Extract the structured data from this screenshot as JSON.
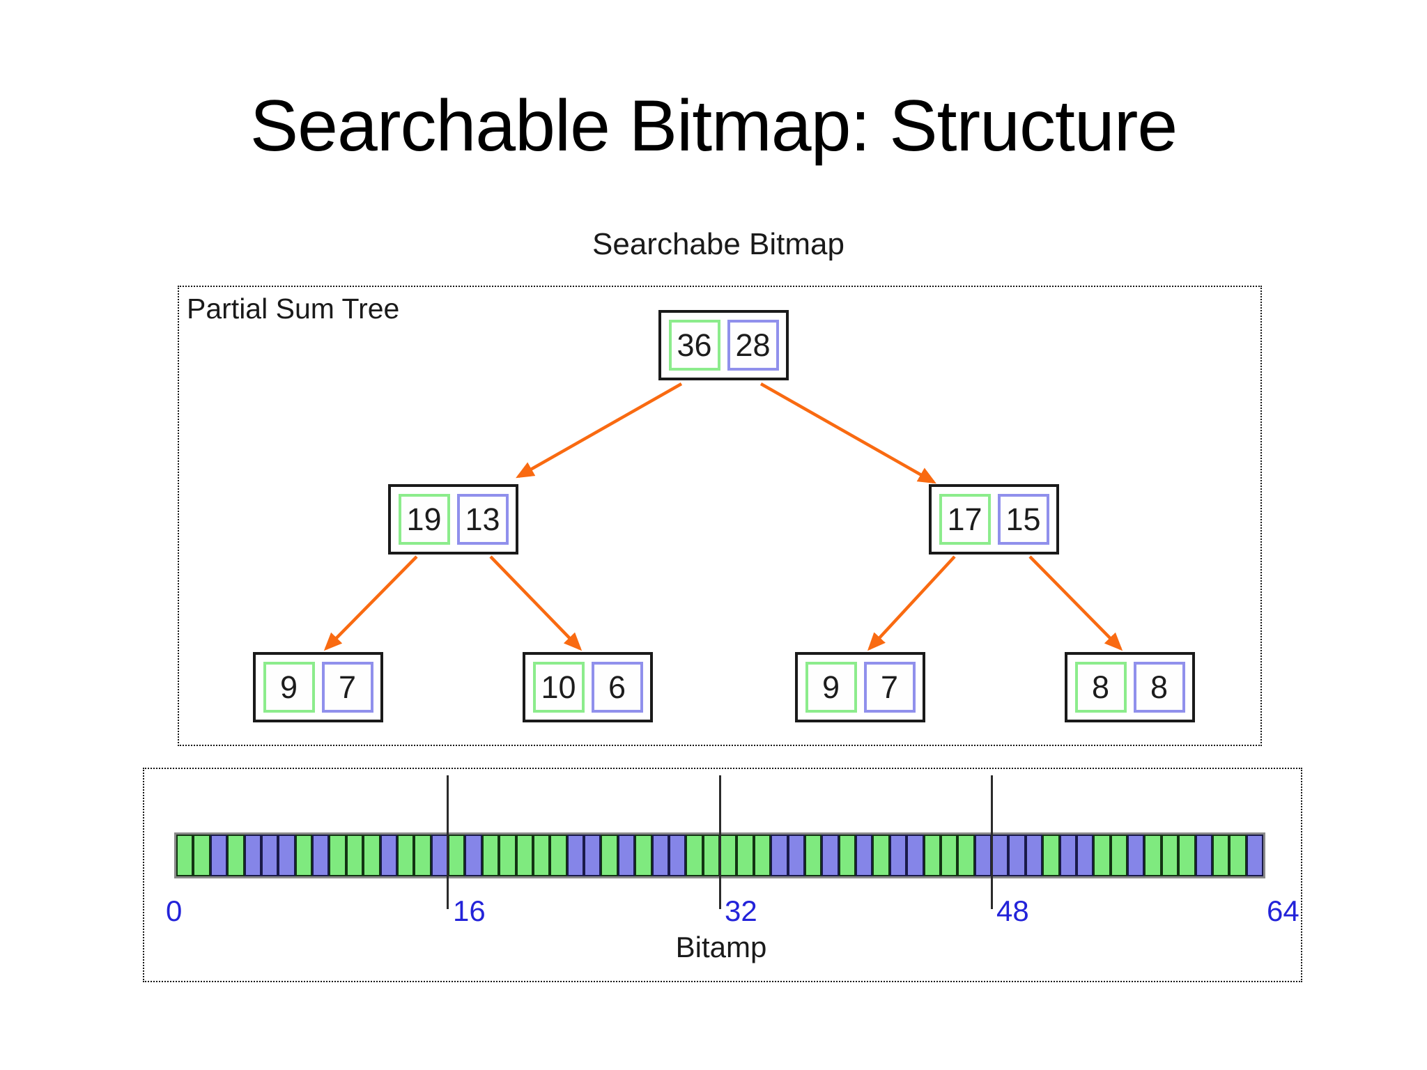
{
  "title": "Searchable Bitmap: Structure",
  "diagram": {
    "subtitle": "Searchabe Bitmap",
    "partial_sum_tree": {
      "label": "Partial Sum Tree",
      "nodes": {
        "root": {
          "green": "36",
          "blue": "28"
        },
        "left": {
          "green": "19",
          "blue": "13"
        },
        "right": {
          "green": "17",
          "blue": "15"
        },
        "leaf1": {
          "green": "9",
          "blue": "7"
        },
        "leaf2": {
          "green": "10",
          "blue": "6"
        },
        "leaf3": {
          "green": "9",
          "blue": "7"
        },
        "leaf4": {
          "green": "8",
          "blue": "8"
        }
      }
    },
    "bitmap": {
      "label": "Bitamp",
      "cell_count": 64,
      "chunks": [
        "GGBGBBBGBGGGBGGB",
        "GBGGGGGBBGBGBBGG",
        "GGGBBGBGBGBBGGGB",
        "BBBGBBGGBGGGBGGB"
      ],
      "tick_labels": [
        "0",
        "16",
        "32",
        "48",
        "64"
      ]
    },
    "colors": {
      "node_green_border": "#8CEC8C",
      "node_blue_border": "#9090EC",
      "bar_green": "#7FEA7F",
      "bar_blue": "#8585E8",
      "arrow_orange": "#F96A11",
      "tick_label_blue": "#2323D9"
    }
  }
}
